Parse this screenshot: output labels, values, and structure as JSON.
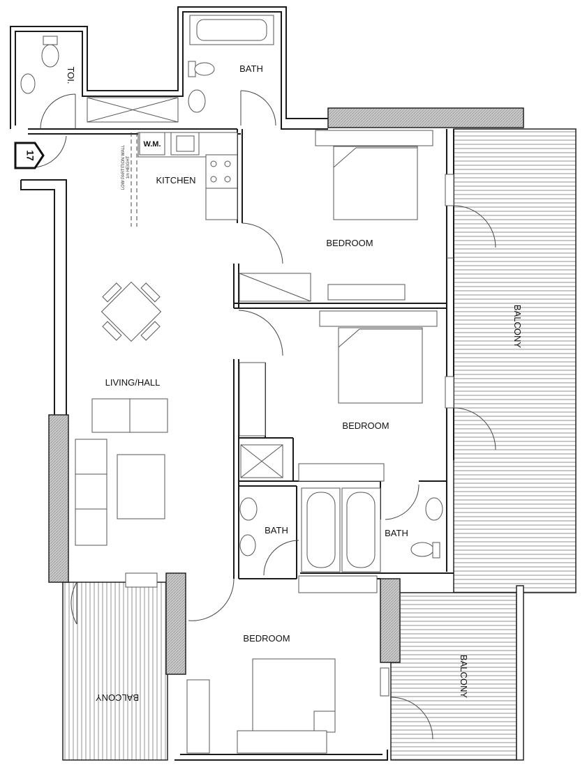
{
  "rooms": {
    "toilet": "TOI.",
    "bath_top": "BATH",
    "kitchen": "KITCHEN",
    "washing_machine": "W.M.",
    "partition_note_line1": "LOW PARTITION WALL",
    "partition_note_line2": "1m HEIGHT",
    "bedroom_1": "BEDROOM",
    "living_hall": "LIVING/HALL",
    "bedroom_2": "BEDROOM",
    "bath_left": "BATH",
    "bath_right": "BATH",
    "bedroom_3": "BEDROOM",
    "balcony_right": "BALCONY",
    "balcony_bottom_left": "BALCONY",
    "balcony_bottom_right": "BALCONY"
  },
  "entrance": {
    "number": "17"
  },
  "colors": {
    "wall": "#1a1a1a",
    "fixture": "#555555",
    "wall_fill": "#bdbdbd",
    "hatch": "#888888"
  }
}
